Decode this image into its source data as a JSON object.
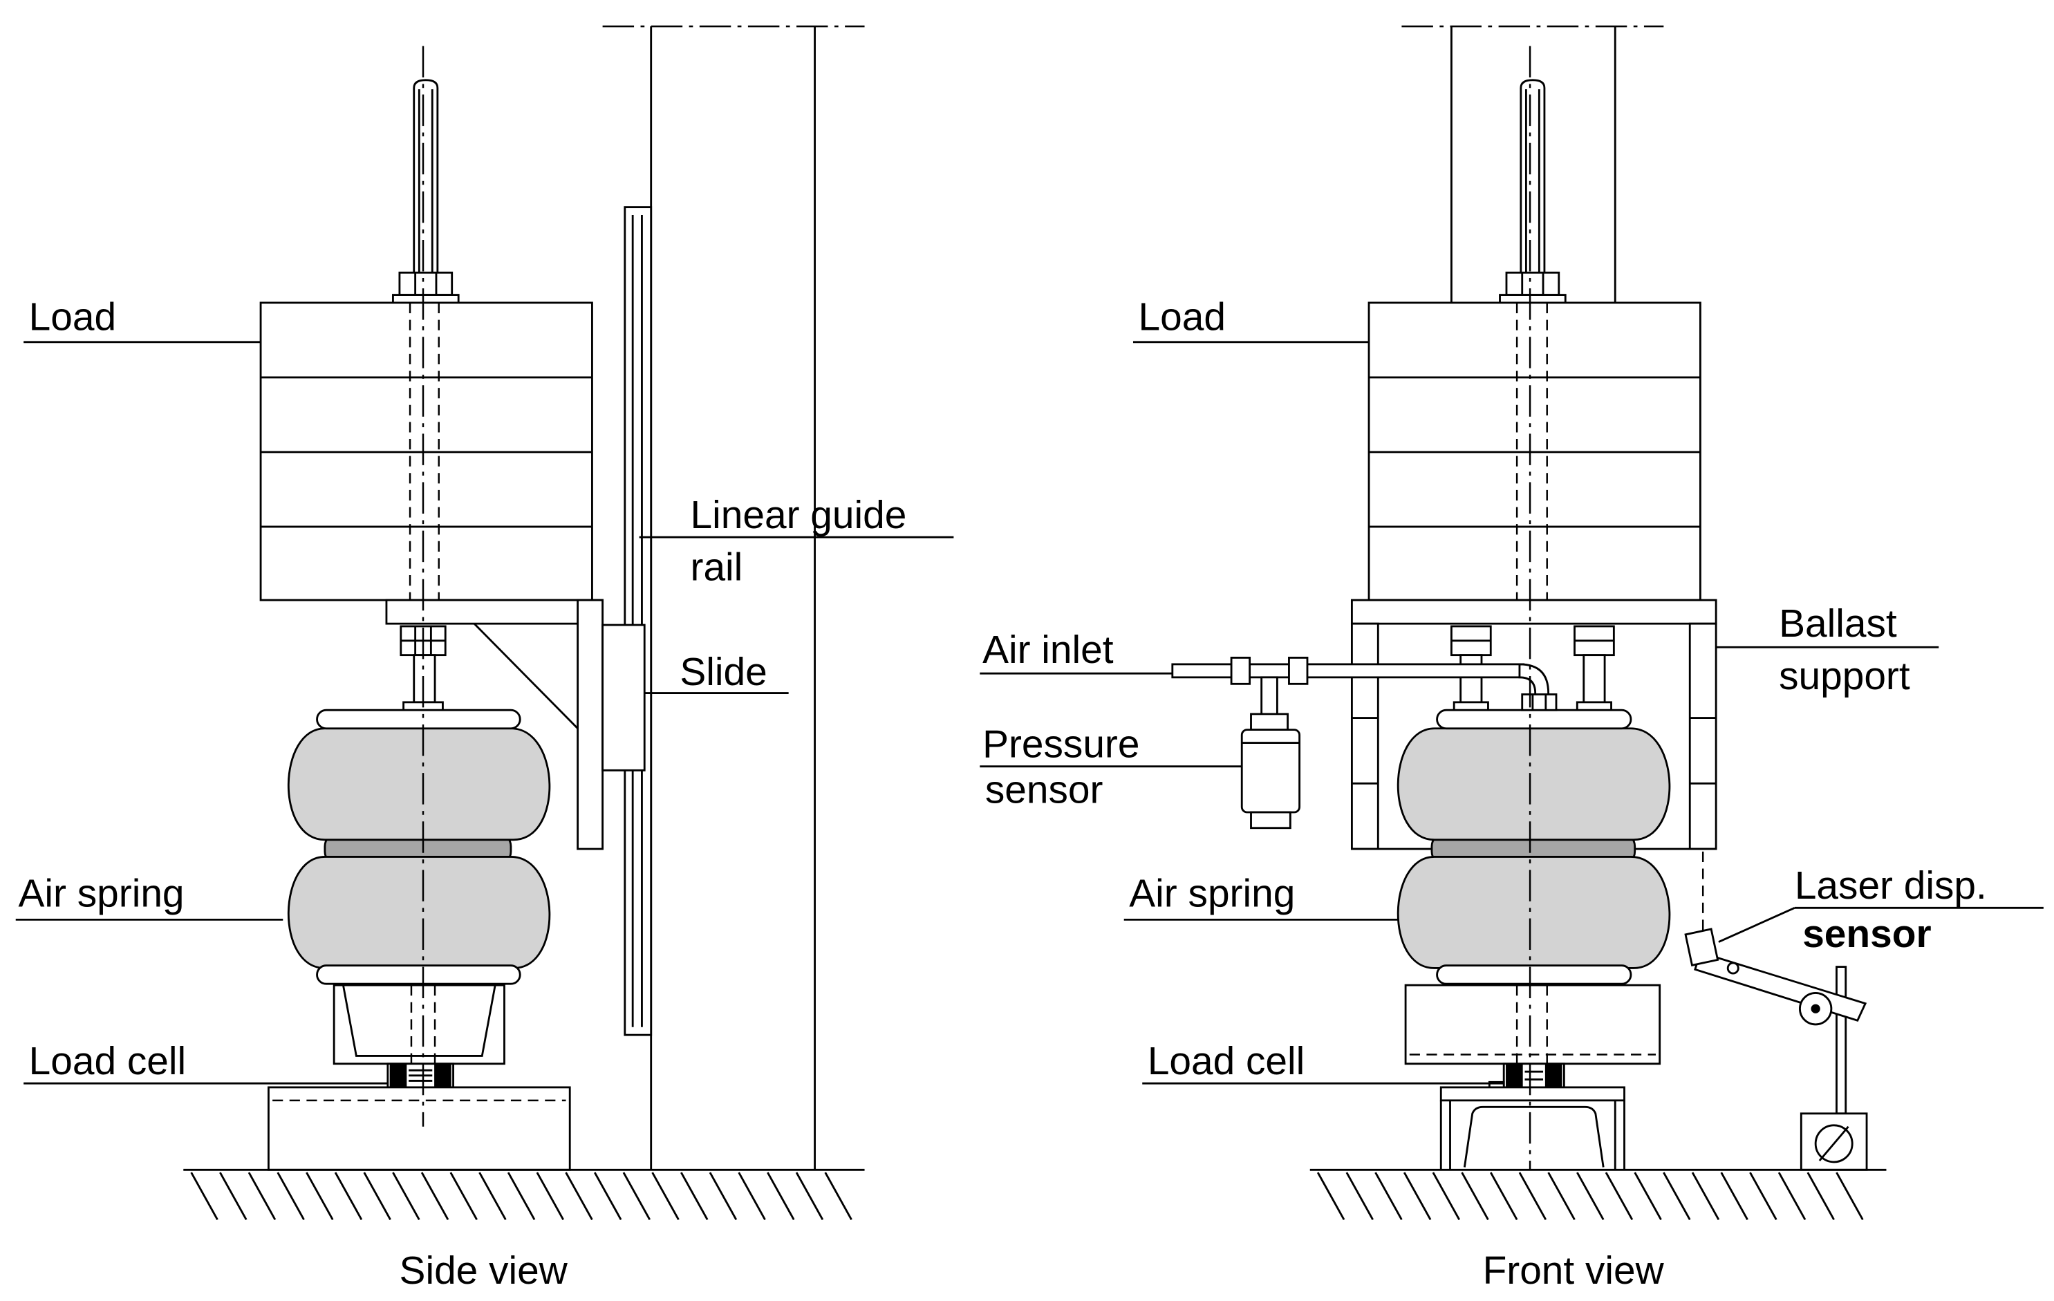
{
  "side_view": {
    "caption": "Side view",
    "labels": {
      "load": "Load",
      "linear_guide_rail": [
        "Linear guide",
        "rail"
      ],
      "slide": "Slide",
      "air_spring": "Air spring",
      "load_cell": "Load cell"
    }
  },
  "front_view": {
    "caption": "Front view",
    "labels": {
      "load": "Load",
      "air_inlet": "Air inlet",
      "pressure_sensor": [
        "Pressure",
        "sensor"
      ],
      "ballast_support": [
        "Ballast",
        "support"
      ],
      "air_spring": "Air spring",
      "laser_disp_sensor": [
        "Laser disp.",
        "sensor"
      ],
      "load_cell": "Load cell"
    }
  },
  "colors": {
    "line": "#000000",
    "background": "#ffffff",
    "air_spring_bellows": "#d3d3d3",
    "air_spring_girdle": "#a6a6a6"
  }
}
